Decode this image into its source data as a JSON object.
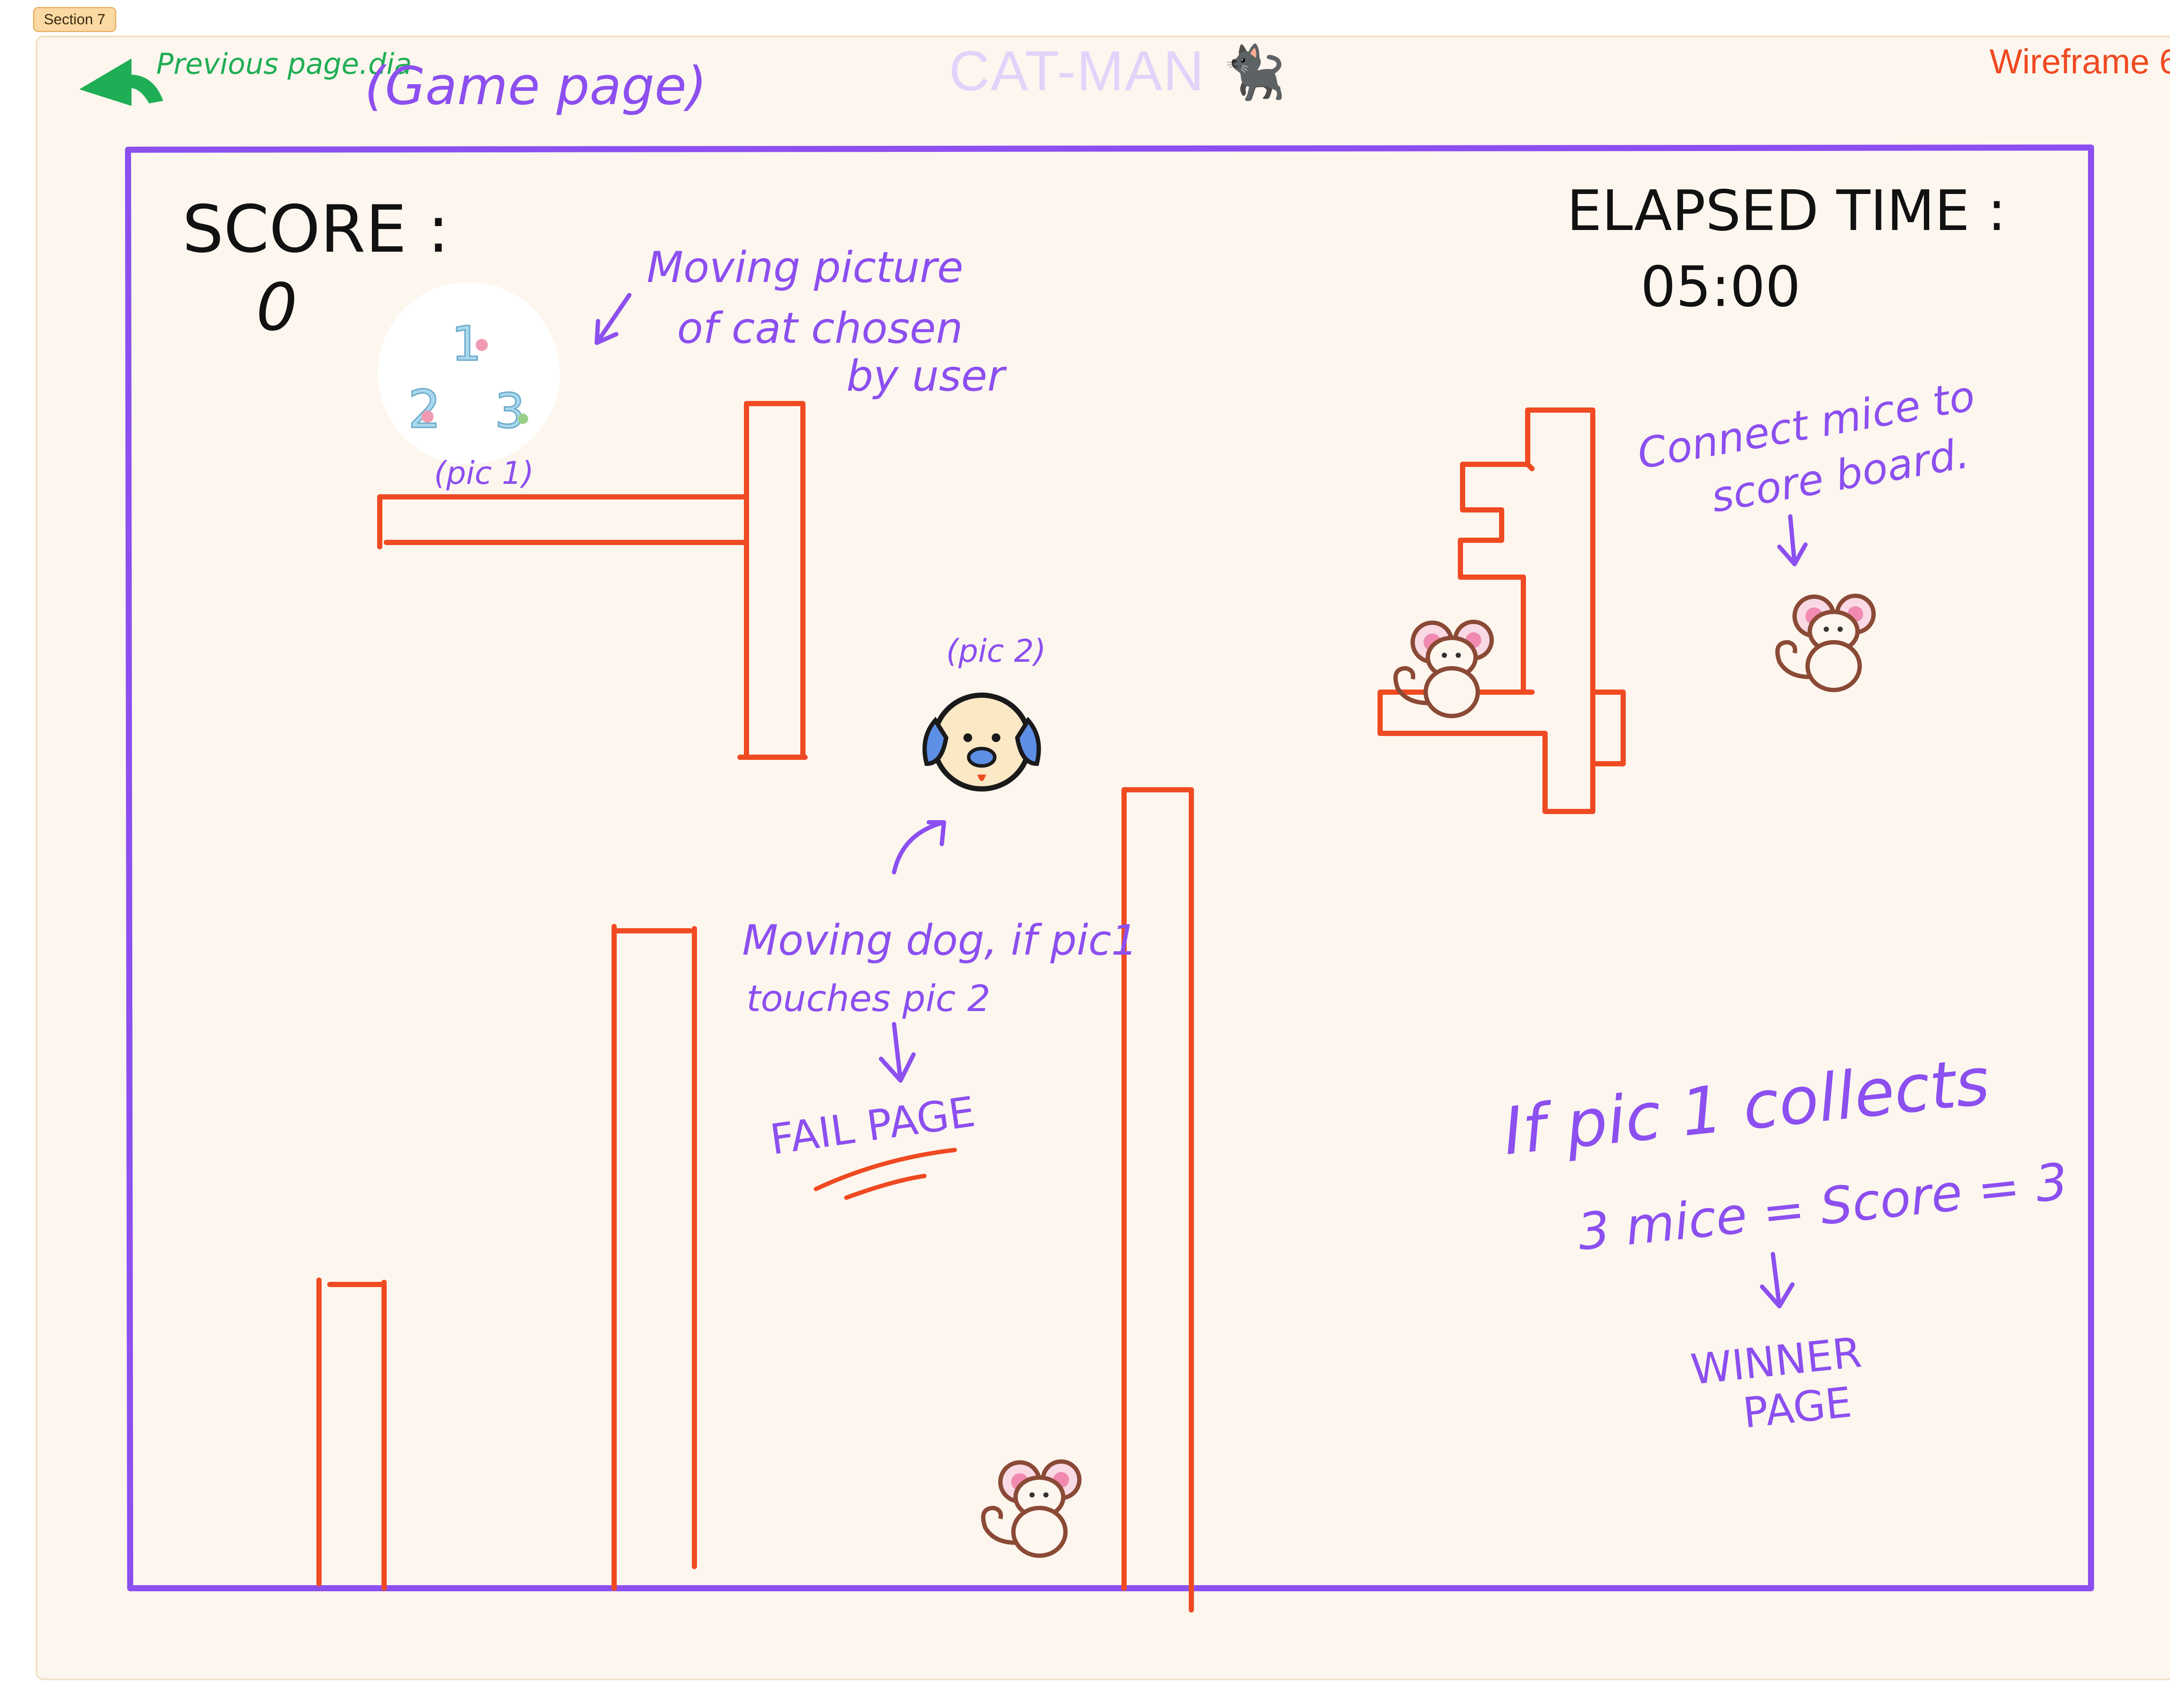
{
  "section_label": "Section 7",
  "header": {
    "title": "CAT-MAN",
    "title_emoji": "🐈‍⬛",
    "wireframe_label": "Wireframe 6.",
    "page_note": "(Game page)",
    "back_link_label": "Previous page.dia"
  },
  "hud": {
    "score_label": "SCORE :",
    "score_value": "0",
    "time_label": "ELAPSED TIME :",
    "time_value": "05:00"
  },
  "pic1": {
    "numbers": [
      "1",
      "2",
      "3"
    ],
    "caption": "(pic 1)"
  },
  "pic2": {
    "caption": "(pic 2)"
  },
  "annotations": {
    "cat_note_line1": "Moving picture",
    "cat_note_line2": "of cat chosen",
    "cat_note_line3": "by user",
    "mice_note_line1": "Connect mice to",
    "mice_note_line2": "score board.",
    "dog_note_line1": "Moving dog, if pic1",
    "dog_note_line2": "touches pic 2",
    "fail_page": "FAIL PAGE",
    "win_note_line1": "If pic 1 collects",
    "win_note_line2": "3 mice = Score = 3",
    "winner_line1": "WINNER",
    "winner_line2": "PAGE"
  },
  "colors": {
    "border": "#8c4ff0",
    "walls": "#ef4a22",
    "notes": "#8c4ff0",
    "back_link": "#1fae55",
    "title": "#e2d3fb",
    "canvas": "#fdf6ee"
  },
  "icons": [
    "back-arrow-icon",
    "cat-emoji-icon",
    "dog-icon",
    "mouse-icon"
  ]
}
